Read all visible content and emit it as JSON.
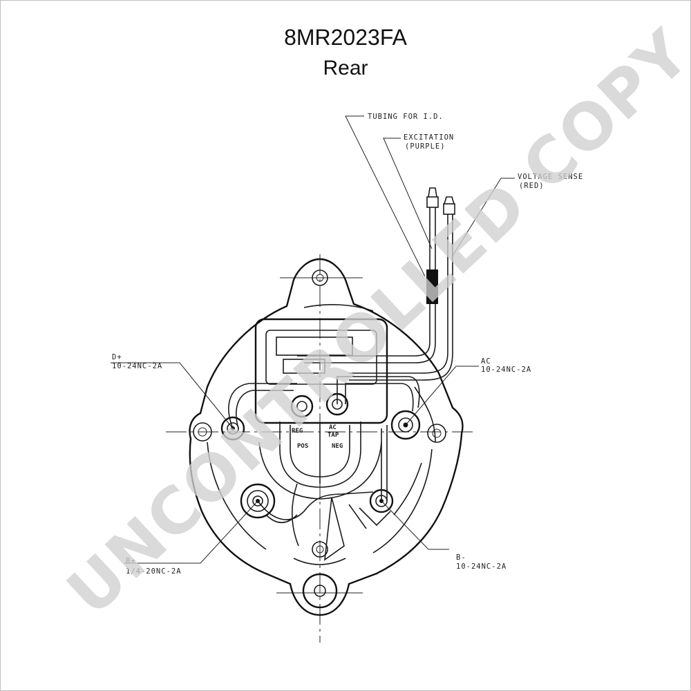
{
  "title": "8MR2023FA",
  "subtitle": "Rear",
  "callouts": {
    "tubing": "TUBING FOR I.D.",
    "excitation": "EXCITATION",
    "excitation_color": "(PURPLE)",
    "voltage_sense": "VOLTAGE SENSE",
    "voltage_sense_color": "(RED)",
    "d_plus": "D+",
    "d_plus_thread": "10-24NC-2A",
    "ac": "AC",
    "ac_thread": "10-24NC-2A",
    "b_plus": "B+",
    "b_plus_thread": "1/4-20NC-2A",
    "b_minus": "B-",
    "b_minus_thread": "10-24NC-2A"
  },
  "regulator_labels": {
    "reg": "REG",
    "ac_tap_top": "AC",
    "ac_tap_bottom": "TAP",
    "pos": "POS",
    "neg": "NEG"
  },
  "watermark": "UNCONTROLLED COPY"
}
